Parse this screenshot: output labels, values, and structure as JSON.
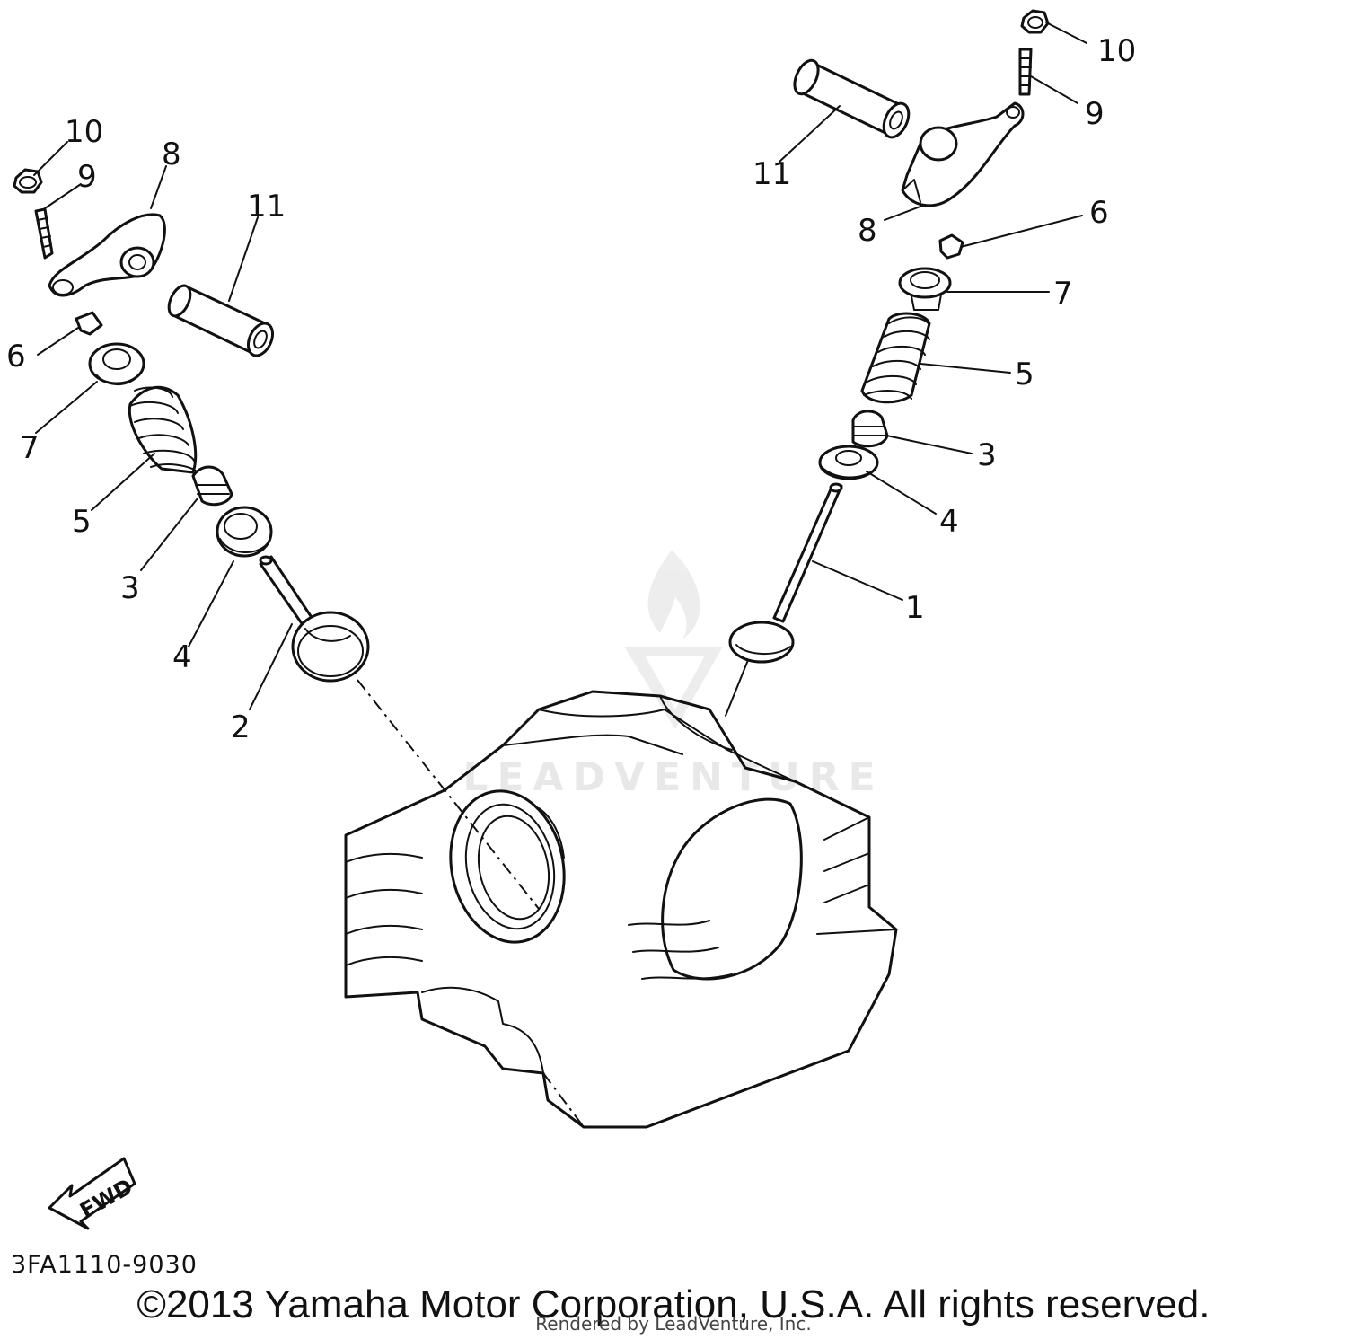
{
  "diagram": {
    "callouts": {
      "left": {
        "p10": "10",
        "p9": "9",
        "p8": "8",
        "p11": "11",
        "p6": "6",
        "p7": "7",
        "p5": "5",
        "p3": "3",
        "p4": "4",
        "p2": "2"
      },
      "right": {
        "p10": "10",
        "p9": "9",
        "p11": "11",
        "p8": "8",
        "p6": "6",
        "p7": "7",
        "p5": "5",
        "p3": "3",
        "p4": "4",
        "p1": "1"
      }
    },
    "fwd_label": "FWD",
    "drawing_code": "3FA1110-9030",
    "watermark": "LEADVENTURE"
  },
  "footer": {
    "copyright": "©2013 Yamaha Motor Corporation, U.S.A. All rights reserved.",
    "rendered_by": "Rendered by LeadVenture, Inc."
  }
}
